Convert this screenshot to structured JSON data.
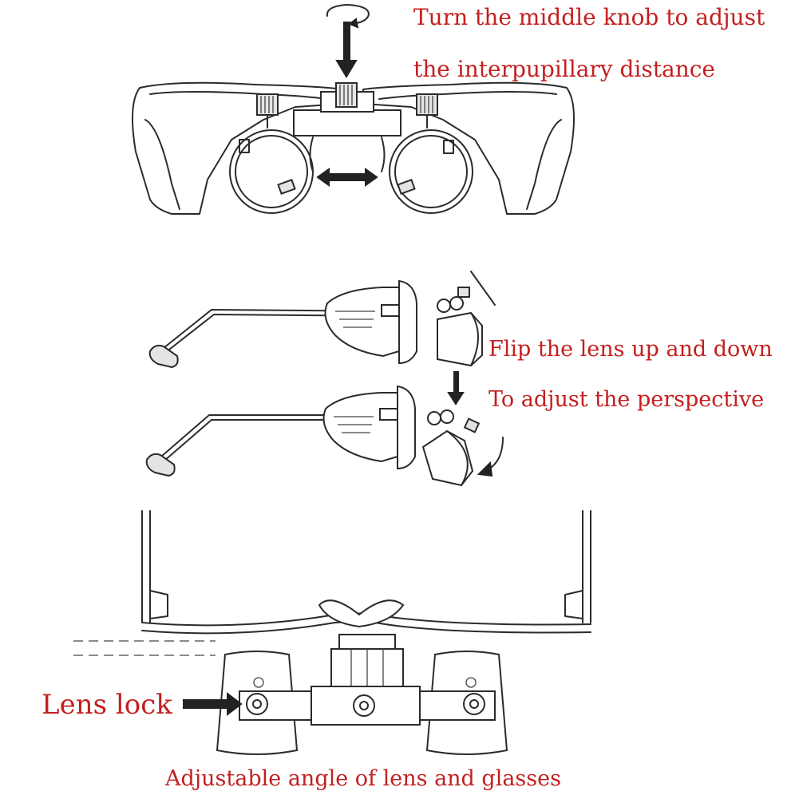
{
  "labels": {
    "ipd_line1": "Turn the middle knob to adjust",
    "ipd_line2": "the interpupillary distance",
    "flip_line1": "Flip the lens up and down",
    "flip_line2": "To adjust the perspective",
    "lens_lock": "Lens lock",
    "angle": "Adjustable angle of lens and glasses"
  },
  "colors": {
    "annotation_text": "#c31f1f",
    "line_art": "#2b2b2b",
    "background": "#ffffff"
  }
}
